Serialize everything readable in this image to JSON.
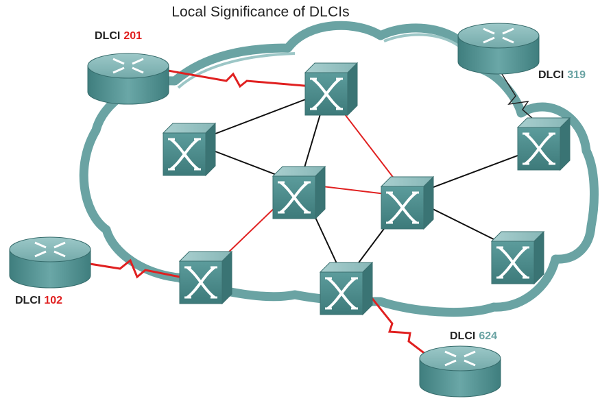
{
  "title": "Local Significance of DLCIs",
  "colors": {
    "cloud": "#6aa3a3",
    "cloud_fill": "#ffffff",
    "device": "#4f8f8f",
    "red_link": "#e02020",
    "black_link": "#111111",
    "red_value": "#e02020",
    "teal_value": "#6aa3a3"
  },
  "labels": {
    "dlci_201": {
      "key": "DLCI",
      "value": "201"
    },
    "dlci_319": {
      "key": "DLCI",
      "value": "319"
    },
    "dlci_102": {
      "key": "DLCI",
      "value": "102"
    },
    "dlci_624": {
      "key": "DLCI",
      "value": "624"
    }
  },
  "icons": [
    "router-icon",
    "frame-relay-switch-icon",
    "cloud-icon",
    "serial-link-icon"
  ]
}
